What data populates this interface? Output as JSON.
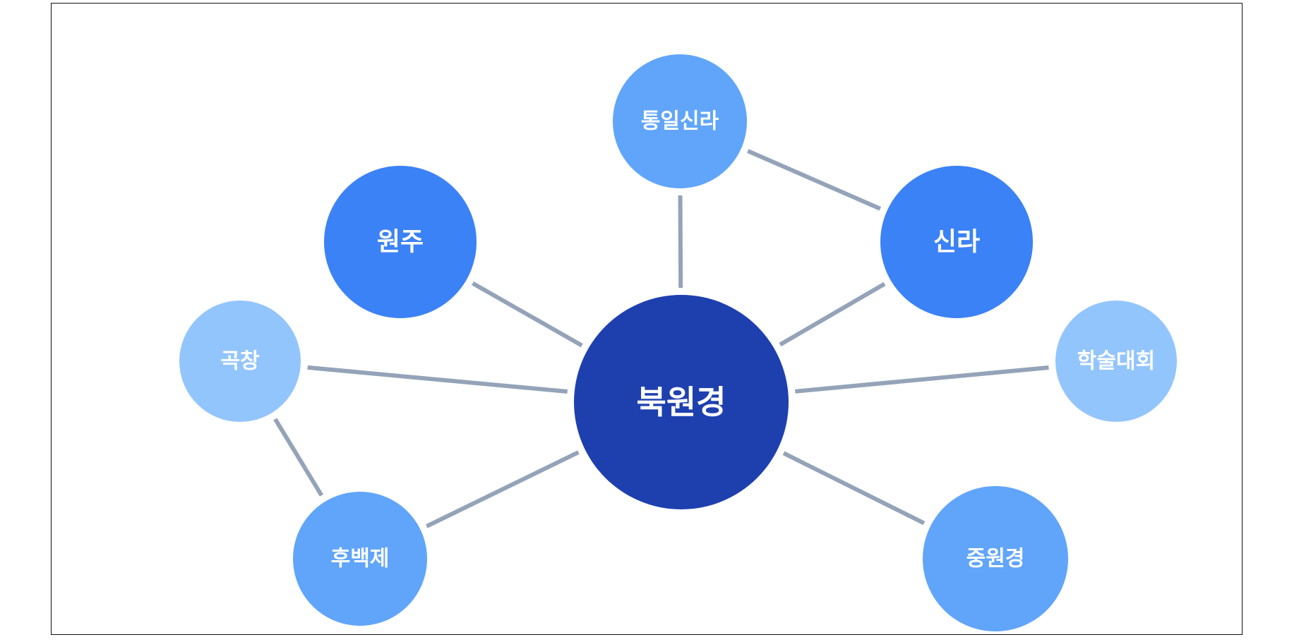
{
  "diagram": {
    "center": {
      "id": "bukwongyeong",
      "label": "북원경",
      "color": "#1e40af"
    },
    "nodes": [
      {
        "id": "tongil-silla",
        "label": "통일신라",
        "color": "#60a5fa"
      },
      {
        "id": "wonju",
        "label": "원주",
        "color": "#3b82f6"
      },
      {
        "id": "silla",
        "label": "신라",
        "color": "#3b82f6"
      },
      {
        "id": "gokchang",
        "label": "곡창",
        "color": "#93c5fd"
      },
      {
        "id": "haksul",
        "label": "학술대회",
        "color": "#93c5fd"
      },
      {
        "id": "hubaekje",
        "label": "후백제",
        "color": "#60a5fa"
      },
      {
        "id": "jungwongyeong",
        "label": "중원경",
        "color": "#60a5fa"
      }
    ],
    "edges": [
      [
        "bukwongyeong",
        "tongil-silla"
      ],
      [
        "bukwongyeong",
        "wonju"
      ],
      [
        "bukwongyeong",
        "silla"
      ],
      [
        "bukwongyeong",
        "gokchang"
      ],
      [
        "bukwongyeong",
        "haksul"
      ],
      [
        "bukwongyeong",
        "hubaekje"
      ],
      [
        "bukwongyeong",
        "jungwongyeong"
      ],
      [
        "tongil-silla",
        "silla"
      ],
      [
        "gokchang",
        "hubaekje"
      ]
    ],
    "edge_color": "#94a3b8"
  }
}
